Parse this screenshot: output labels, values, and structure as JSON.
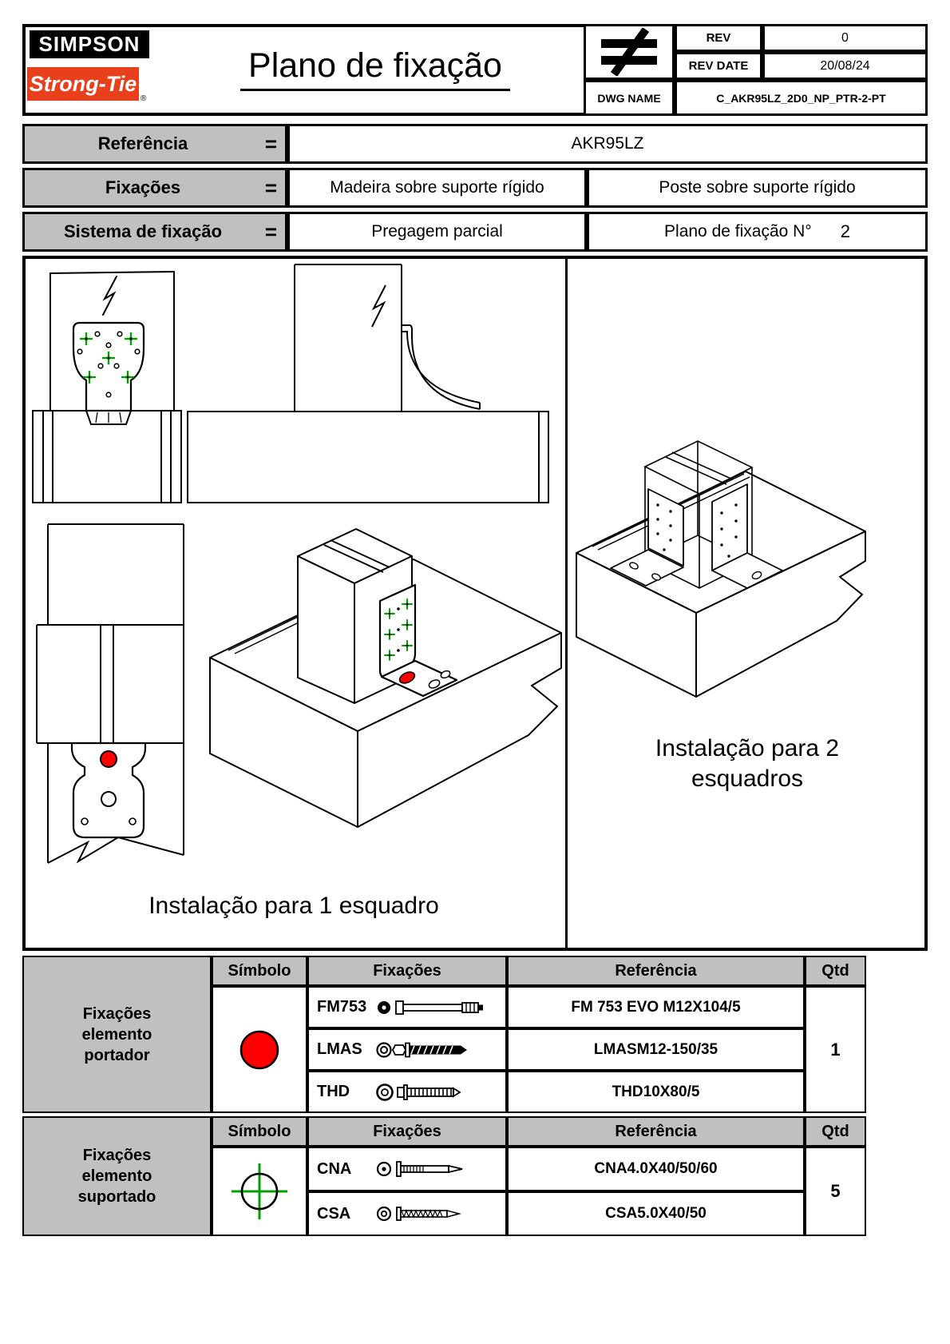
{
  "header": {
    "logo": {
      "line1": "SIMPSON",
      "line2": "Strong-Tie",
      "registered": "®"
    },
    "title": "Plano de fixação",
    "rev": {
      "label": "REV",
      "value": "0"
    },
    "rev_date": {
      "label": "REV DATE",
      "value": "20/08/24"
    },
    "dwg": {
      "label": "DWG NAME",
      "value": "C_AKR95LZ_2D0_NP_PTR-2-PT"
    }
  },
  "icons": {
    "projection": "not-equal-projection-symbol",
    "portador_symbol": "red-circle",
    "suportado_symbol": "green-crosshair-circle"
  },
  "info": {
    "equals": "=",
    "row1": {
      "label": "Referência",
      "value": "AKR95LZ"
    },
    "row2": {
      "label": "Fixações",
      "value1": "Madeira sobre suporte rígido",
      "value2": "Poste sobre suporte rígido"
    },
    "row3": {
      "label": "Sistema de fixação",
      "value1": "Pregagem parcial",
      "value2_label": "Plano de fixação N°",
      "value2_number": "2"
    }
  },
  "drawings": {
    "caption_one": "Instalação para 1 esquadro",
    "caption_two": "Instalação para 2 esquadros"
  },
  "portador_table": {
    "group_label": "Fixações elemento portador",
    "headers": {
      "symbol": "Símbolo",
      "fixings": "Fixações",
      "reference": "Referência",
      "qty": "Qtd"
    },
    "rows": [
      {
        "code": "FM753",
        "reference": "FM 753 EVO M12X104/5"
      },
      {
        "code": "LMAS",
        "reference": "LMASM12-150/35"
      },
      {
        "code": "THD",
        "reference": "THD10X80/5"
      }
    ],
    "qty": "1"
  },
  "suportado_table": {
    "group_label": "Fixações elemento suportado",
    "headers": {
      "symbol": "Símbolo",
      "fixings": "Fixações",
      "reference": "Referência",
      "qty": "Qtd"
    },
    "rows": [
      {
        "code": "CNA",
        "reference": "CNA4.0X40/50/60"
      },
      {
        "code": "CSA",
        "reference": "CSA5.0X40/50"
      }
    ],
    "qty": "5"
  },
  "colors": {
    "accent_red": "#ff0000",
    "marker_green": "#00a000",
    "header_gray": "#c0c0c0",
    "logo_red": "#e8401c",
    "logo_black": "#000000"
  }
}
